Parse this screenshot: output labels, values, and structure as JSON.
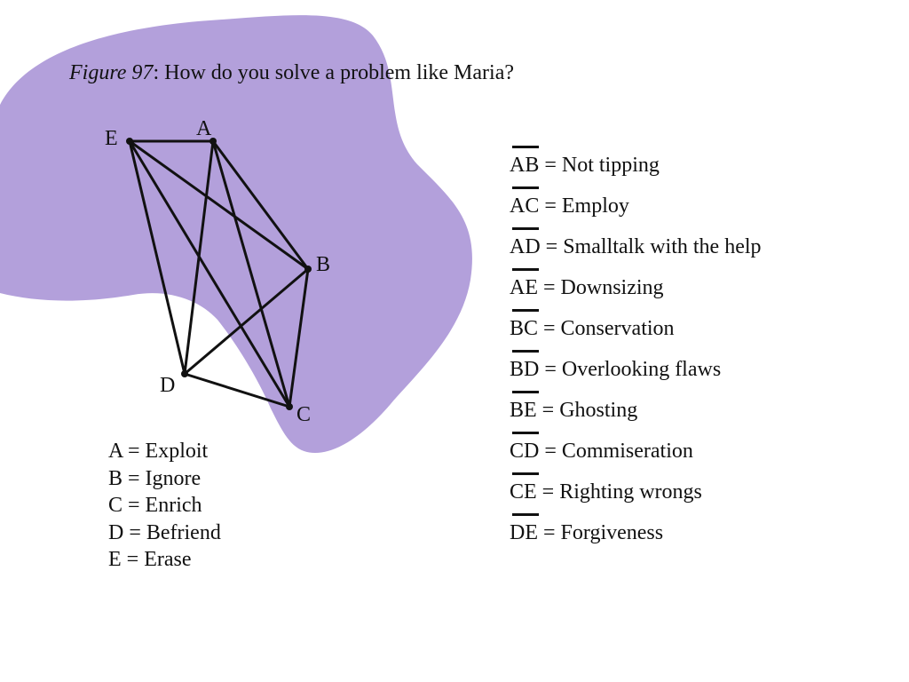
{
  "caption": {
    "figure_label": "Figure 97",
    "separator": ": ",
    "title": "How do you solve a problem like Maria?"
  },
  "colors": {
    "blob": "#b3a0db",
    "ink": "#111111",
    "background": "#ffffff"
  },
  "graph": {
    "nodes": [
      {
        "id": "A",
        "label": "A"
      },
      {
        "id": "B",
        "label": "B"
      },
      {
        "id": "C",
        "label": "C"
      },
      {
        "id": "D",
        "label": "D"
      },
      {
        "id": "E",
        "label": "E"
      }
    ],
    "edges": [
      [
        "A",
        "B"
      ],
      [
        "A",
        "C"
      ],
      [
        "A",
        "D"
      ],
      [
        "A",
        "E"
      ],
      [
        "B",
        "C"
      ],
      [
        "B",
        "D"
      ],
      [
        "B",
        "E"
      ],
      [
        "C",
        "D"
      ],
      [
        "C",
        "E"
      ],
      [
        "D",
        "E"
      ]
    ]
  },
  "node_legend": [
    {
      "text": "A = Exploit"
    },
    {
      "text": "B = Ignore"
    },
    {
      "text": "C = Enrich"
    },
    {
      "text": "D = Befriend"
    },
    {
      "text": "E = Erase"
    }
  ],
  "edge_legend": [
    {
      "code": "AB",
      "meaning": " = Not tipping"
    },
    {
      "code": "AC",
      "meaning": " = Employ"
    },
    {
      "code": "AD",
      "meaning": " = Smalltalk with the help"
    },
    {
      "code": "AE",
      "meaning": " = Downsizing"
    },
    {
      "code": "BC",
      "meaning": " = Conservation"
    },
    {
      "code": "BD",
      "meaning": " = Overlooking flaws"
    },
    {
      "code": "BE",
      "meaning": " = Ghosting"
    },
    {
      "code": "CD",
      "meaning": " = Commiseration"
    },
    {
      "code": "CE",
      "meaning": " = Righting wrongs"
    },
    {
      "code": "DE",
      "meaning": " = Forgiveness"
    }
  ]
}
